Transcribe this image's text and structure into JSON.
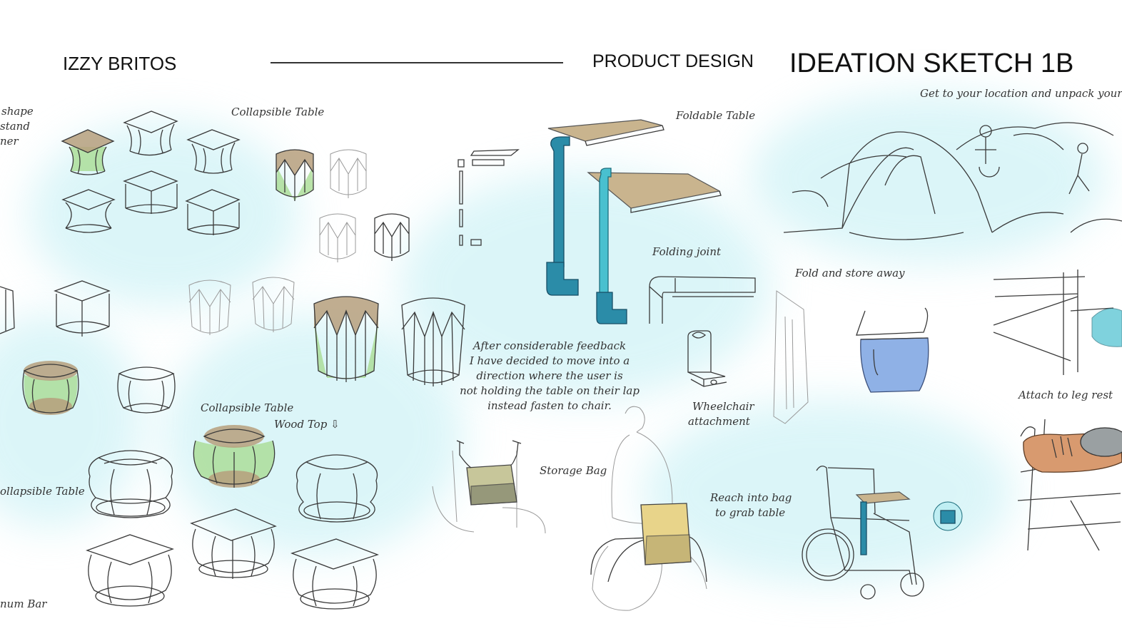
{
  "header": {
    "author": "IZZY BRITOS",
    "category": "PRODUCT DESIGN",
    "title": "IDEATION SKETCH 1B"
  },
  "labels": {
    "shape_fragment": [
      "shape",
      "stand",
      "ner"
    ],
    "collapsible_table_1": "Collapsible Table",
    "foldable_table": "Foldable Table",
    "folding_joint": "Folding joint",
    "fold_store": "Fold and store away",
    "get_to_location": "Get to your location and unpack your t",
    "wheelchair_attachment": [
      "Wheelchair",
      "attachment"
    ],
    "attach_leg_rest": "Attach to leg rest",
    "collapsible_table_2": "Collapsible Table",
    "wood_top": "Wood Top ⇩",
    "collapsible_table_left": "ollapsible Table",
    "storage_bag": "Storage Bag",
    "reach_bag": [
      "Reach into bag",
      "to grab table"
    ],
    "aluminum_bar": "num Bar"
  },
  "feedback": [
    "After considerable feedback",
    "I have decided to move into a",
    "direction where the user is",
    "not holding the table on their lap",
    "instead fasten to chair."
  ],
  "colors": {
    "wash": "#bfeef3",
    "green": "#a9dc93",
    "wood": "#c9b48e",
    "teal": "#2b8ca8",
    "bag_blue": "#8fb1e6",
    "bag_yellow": "#e8d48a",
    "leg_rest_wood": "#d89a6f"
  }
}
